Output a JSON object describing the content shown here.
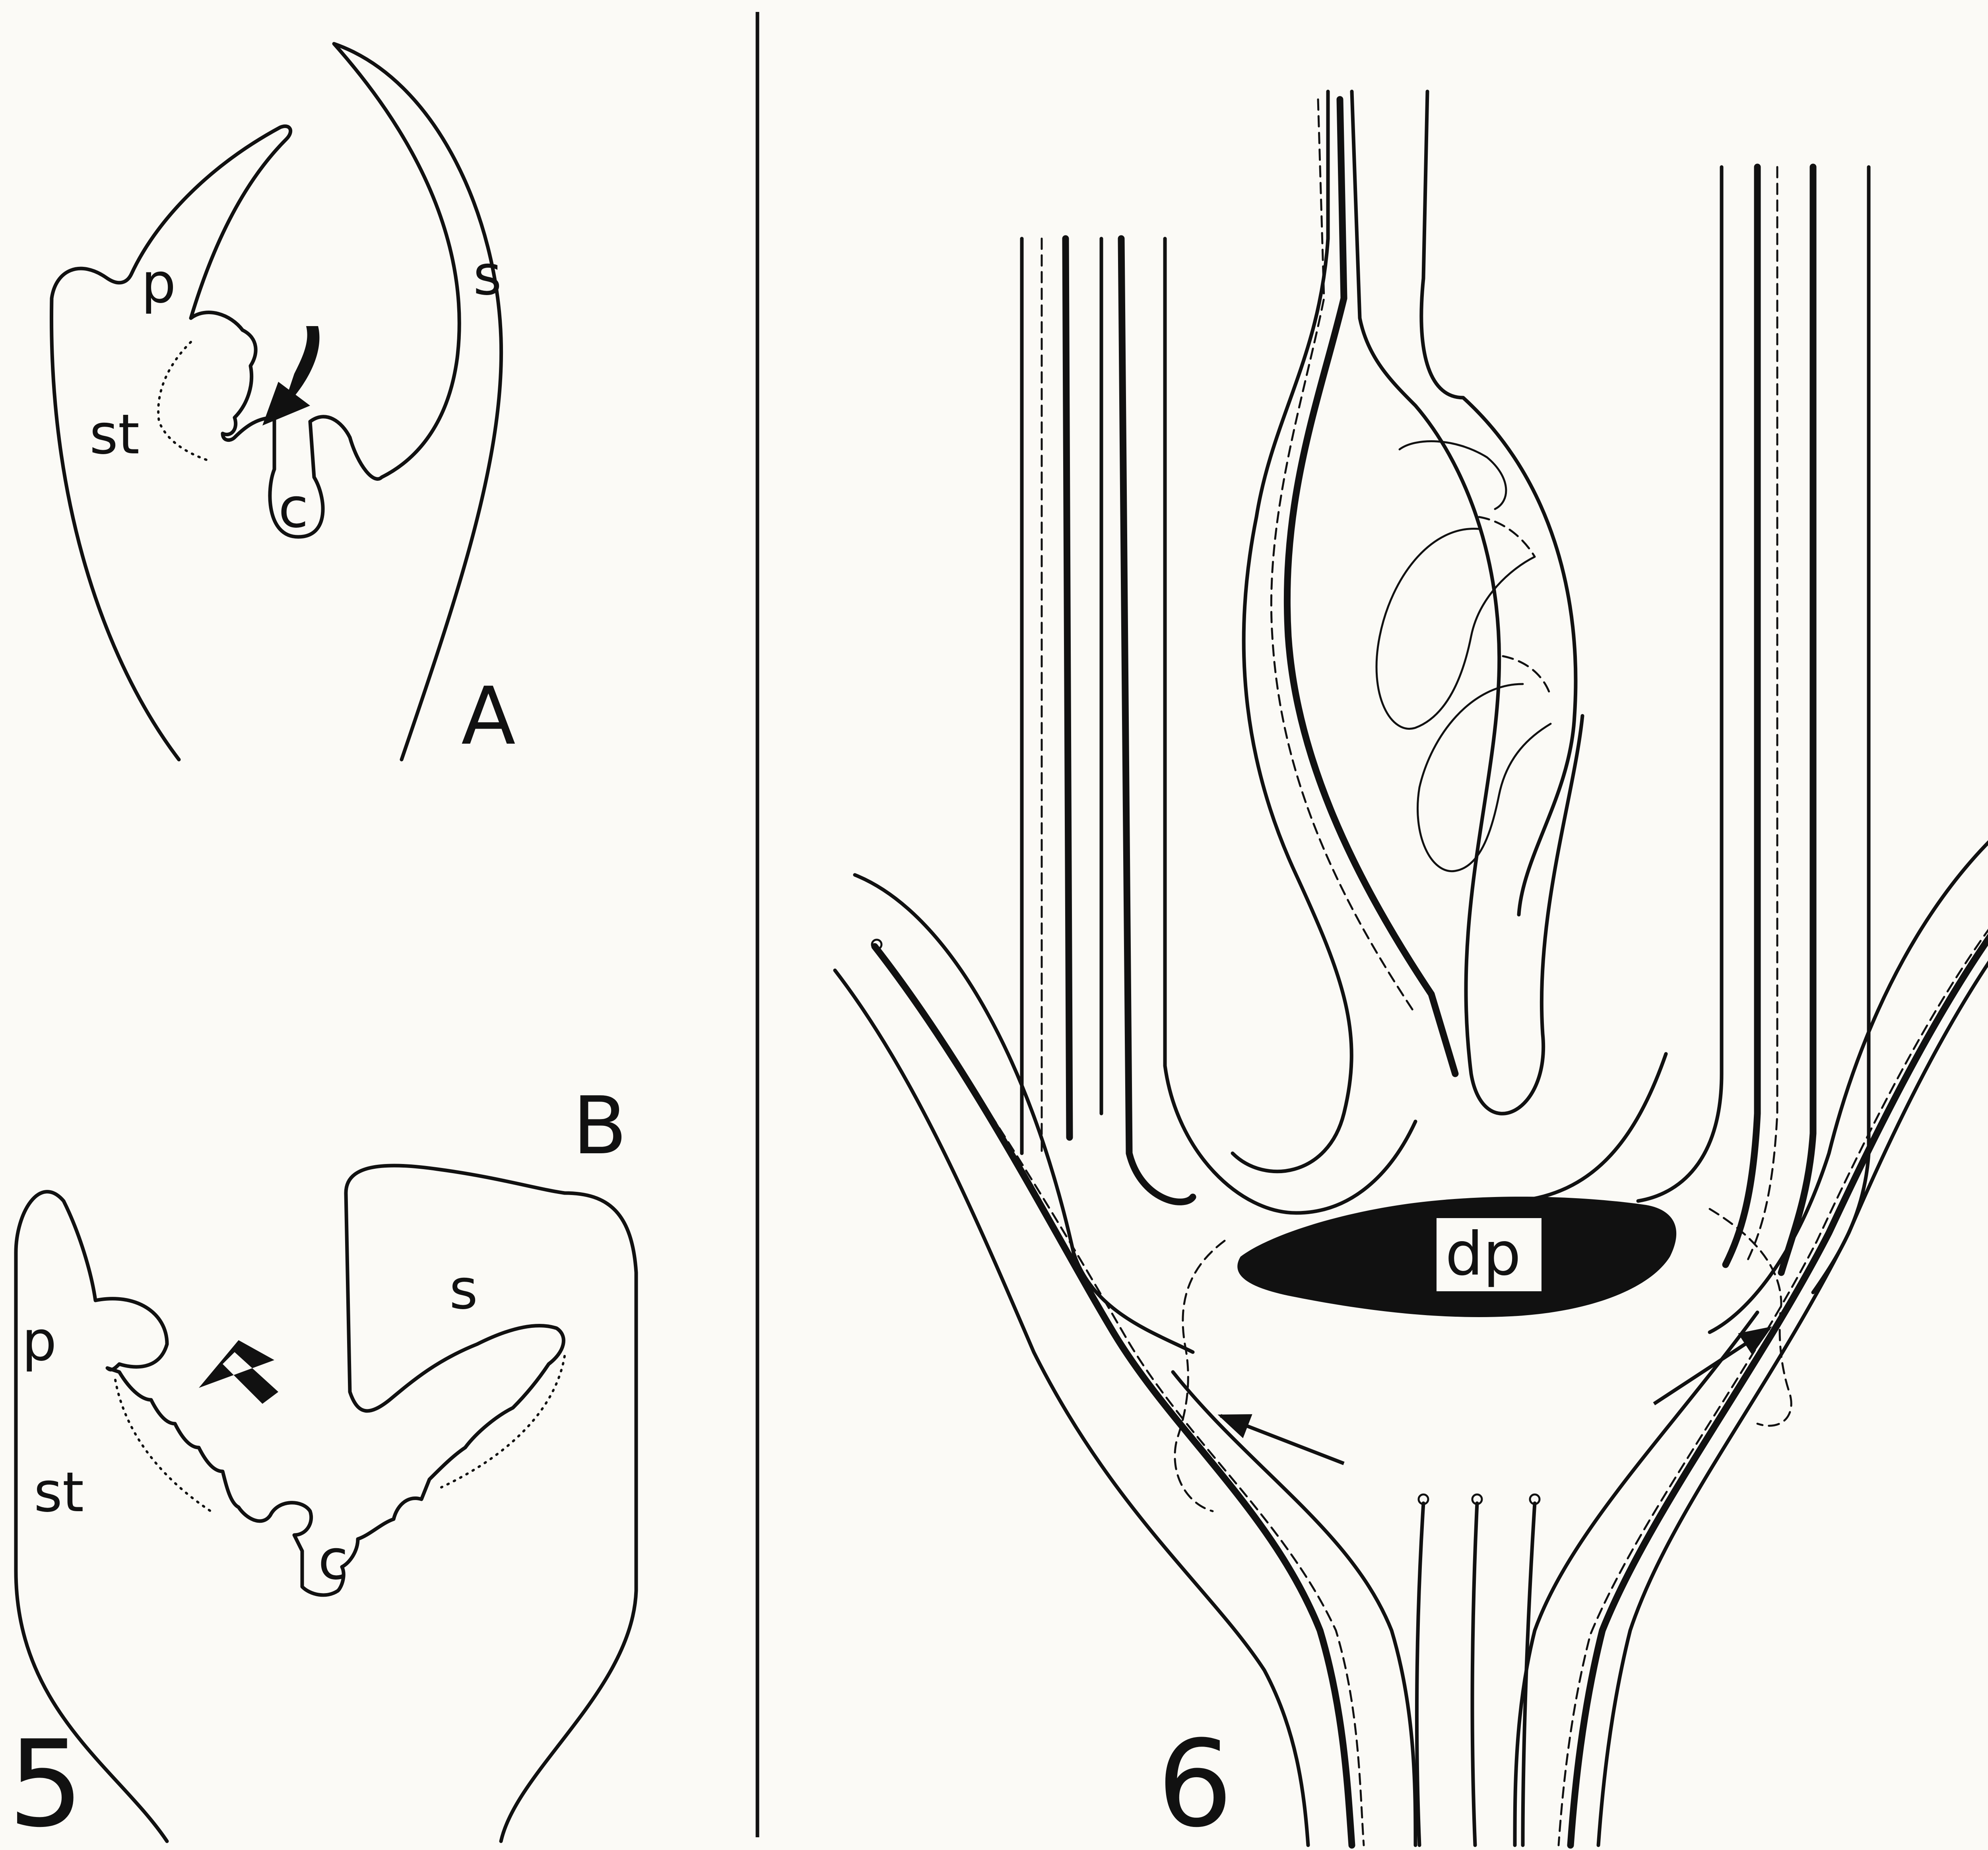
{
  "figure_5": {
    "number": "5",
    "panel_a": {
      "tag": "A",
      "labels": {
        "p": "p",
        "s": "s",
        "st": "st",
        "c": "c"
      }
    },
    "panel_b": {
      "tag": "B",
      "labels": {
        "p": "p",
        "s": "s",
        "st": "st",
        "c": "c"
      }
    }
  },
  "figure_6": {
    "number": "6",
    "labels": {
      "dp": "dp"
    }
  },
  "colors": {
    "ink": "#111111",
    "paper": "#fbfaf6"
  }
}
